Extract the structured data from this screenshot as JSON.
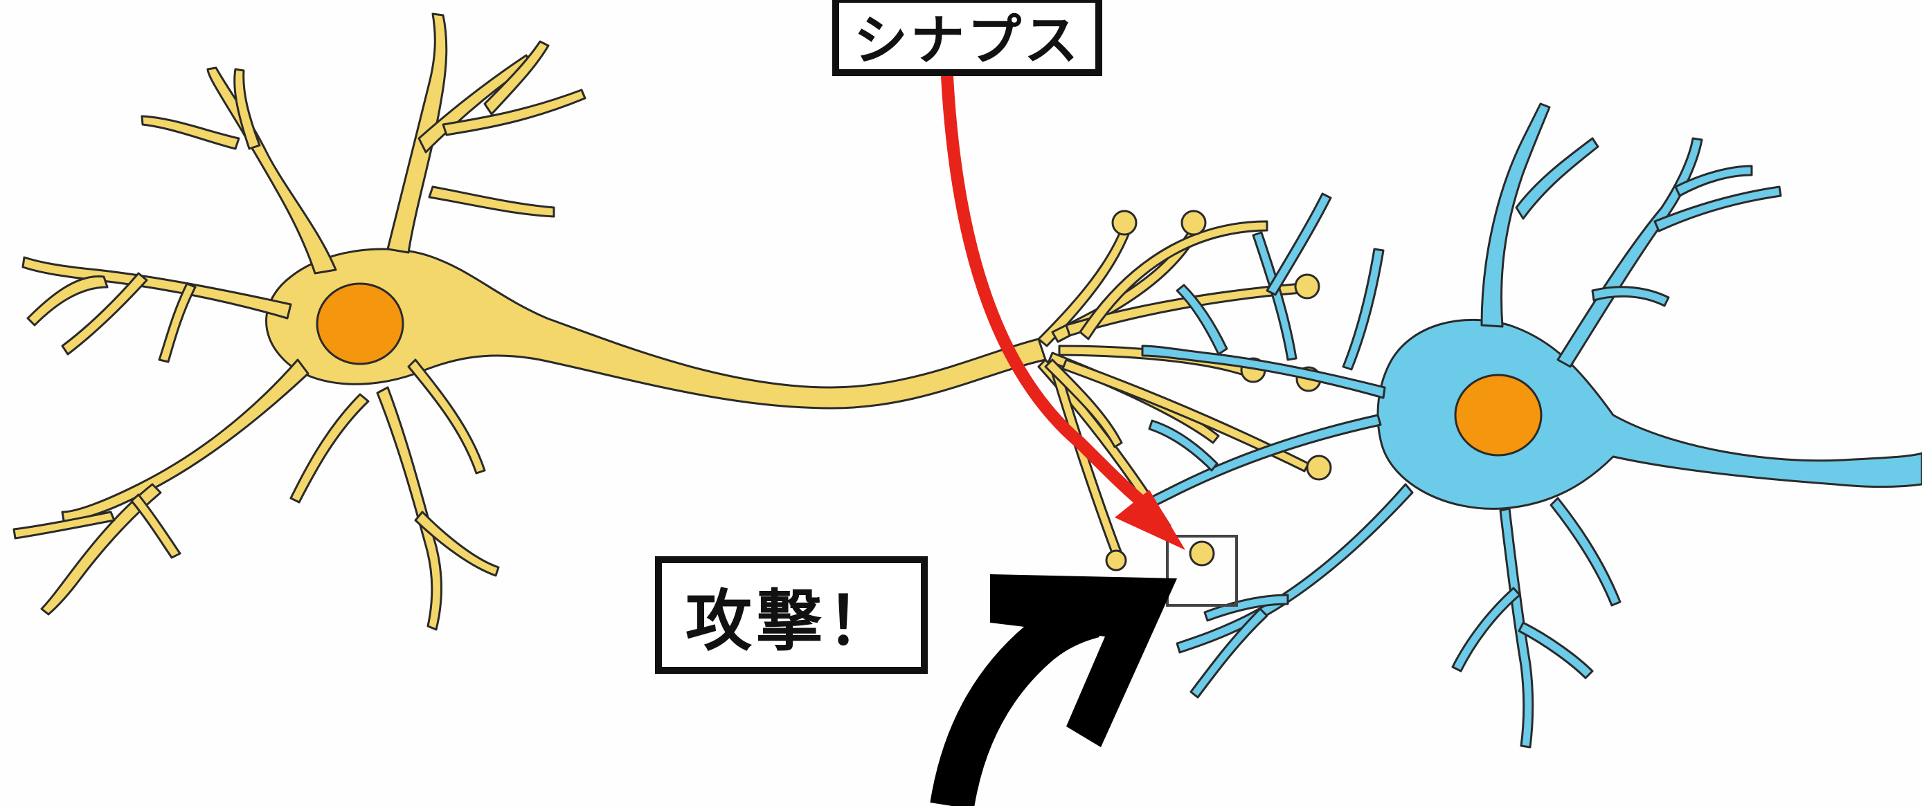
{
  "labels": {
    "synapse": "シナプス",
    "attack": "攻撃！"
  },
  "colors": {
    "presynaptic_neuron": "#f4d76b",
    "postsynaptic_neuron": "#6ccbe8",
    "nucleus": "#f5960f",
    "outline": "#2a2a2a",
    "synapse_arrow": "#e8231a",
    "attack_arrow": "#000000",
    "focus_box": "#444444"
  },
  "icons": {
    "synapse_arrow": "curved-arrow-down",
    "attack_arrow": "curved-arrow-up-right"
  }
}
